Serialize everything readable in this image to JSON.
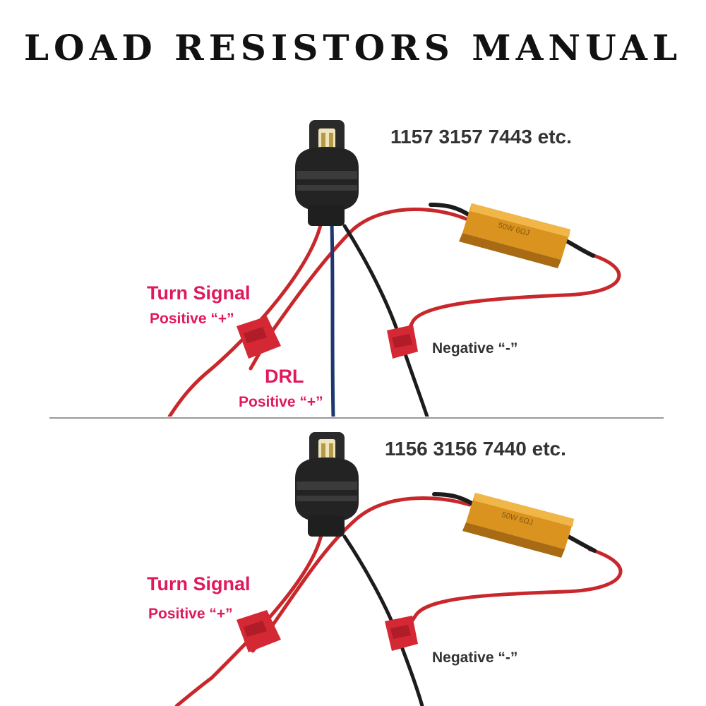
{
  "title": "LOAD RESISTORS MANUAL",
  "colors": {
    "wire_red": "#c8272b",
    "wire_black": "#1c1c1c",
    "wire_blue": "#1d3770",
    "label_red": "#e0195a",
    "label_dark": "#333333",
    "resistor_gold": "#d9931e",
    "connector_red": "#d42834",
    "socket_black": "#232323"
  },
  "diagrams": [
    {
      "bulb_types": "1157 3157 7443 etc.",
      "turn_signal_label": "Turn Signal",
      "turn_signal_polarity": "Positive “+”",
      "drl_label": "DRL",
      "drl_polarity": "Positive “+”",
      "negative_label": "Negative “-”",
      "resistor_marking": "50W 6ΩJ"
    },
    {
      "bulb_types": "1156 3156 7440 etc.",
      "turn_signal_label": "Turn Signal",
      "turn_signal_polarity": "Positive “+”",
      "negative_label": "Negative “-”",
      "resistor_marking": "50W 6ΩJ"
    }
  ]
}
